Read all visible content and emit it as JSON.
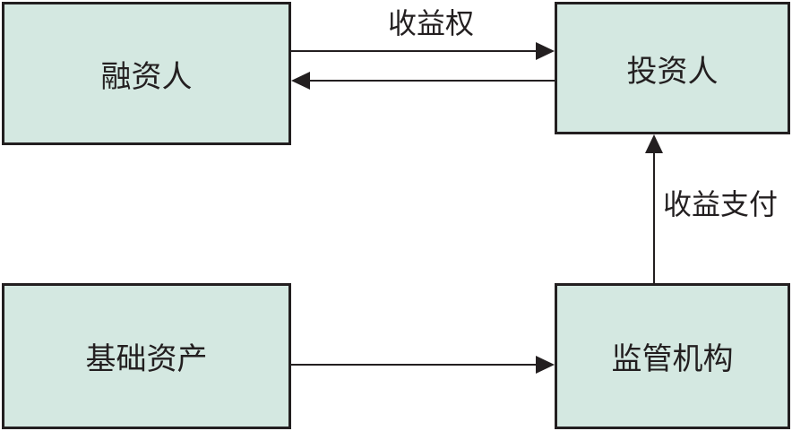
{
  "nodes": {
    "financier": "融资人",
    "investor": "投资人",
    "underlying_asset": "基础资产",
    "regulator": "监管机构"
  },
  "edges": {
    "financier_to_investor": "收益权",
    "regulator_to_investor": "收益支付"
  },
  "colors": {
    "box_fill": "#d4e8e1",
    "line": "#231f20"
  }
}
